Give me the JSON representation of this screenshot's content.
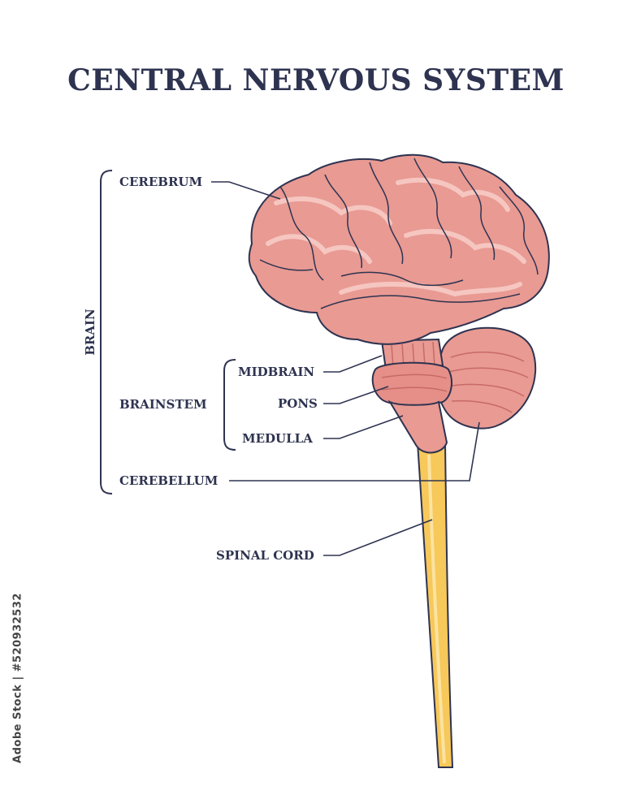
{
  "title": "CENTRAL NERVOUS SYSTEM",
  "labels": {
    "cerebrum": "CEREBRUM",
    "brain": "BRAIN",
    "midbrain": "MIDBRAIN",
    "brainstem": "BRAINSTEM",
    "pons": "PONS",
    "medulla": "MEDULLA",
    "cerebellum": "CEREBELLUM",
    "spinal_cord": "SPINAL CORD"
  },
  "stock_id": "Adobe Stock | #520932532",
  "colors": {
    "ink": "#2e3350",
    "brain_fill": "#e89a93",
    "brain_light": "#f6c6c0",
    "brain_dark": "#c86a66",
    "spinal_cord": "#f7c85a"
  }
}
